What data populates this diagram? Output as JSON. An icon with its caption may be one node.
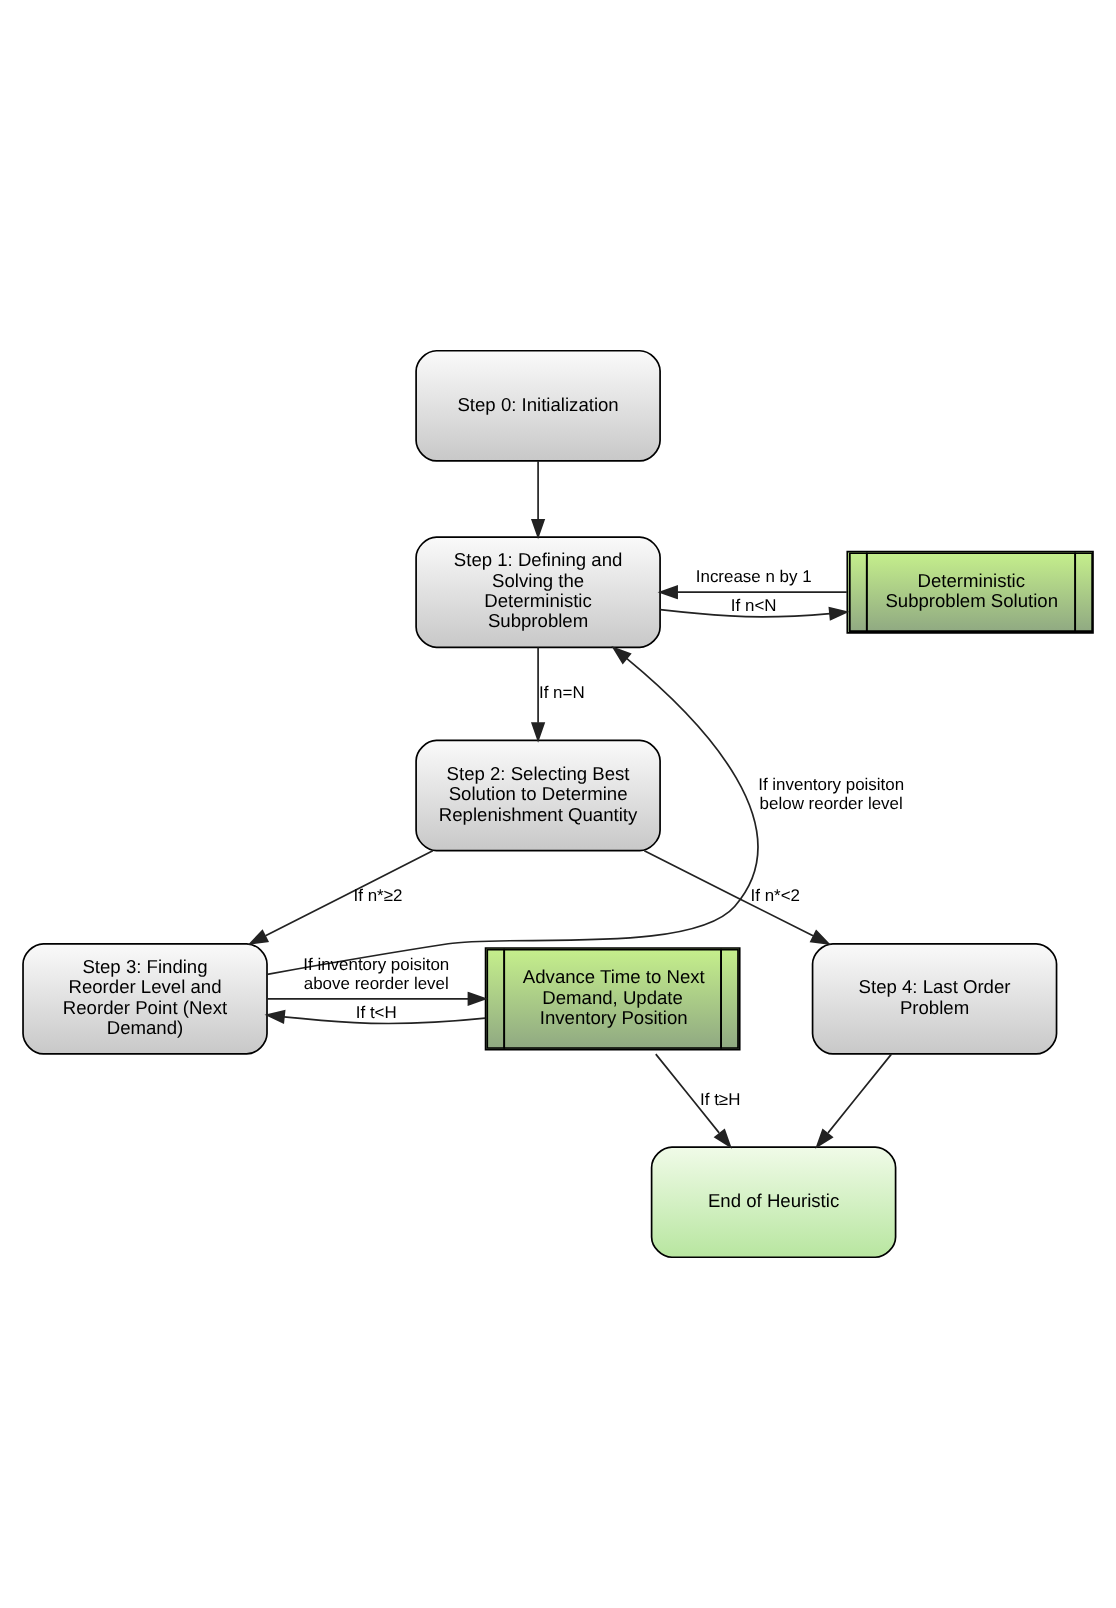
{
  "diagram": {
    "nodes": [
      {
        "text": [
          "Step 0: Initialization"
        ]
      },
      {
        "text": [
          "Step 1: Defining and Solving the Deterministic Subproblem"
        ]
      },
      {
        "text": [
          "Deterministic Subproblem Solution"
        ]
      },
      {
        "text": [
          "Step 2: Selecting Best Solution to Determine Replenishment Quantity"
        ]
      },
      {
        "text": [
          "Step 3: Finding Reorder Level and Reorder Point (Next Demand)"
        ]
      },
      {
        "text": [
          "Advance Time to Next Demand, Update Inventory Position"
        ]
      },
      {
        "text": [
          "Step 4: Last Order Problem"
        ]
      },
      {
        "text": [
          "End of Heuristic"
        ]
      }
    ],
    "edges": [
      {
        "from": 0,
        "to": 1,
        "arrow": "to"
      },
      {
        "from": 1,
        "to": 2,
        "arrow": "to",
        "label": "If n<N"
      },
      {
        "from": 2,
        "to": 1,
        "arrow": "to",
        "label": "Increase n by 1"
      },
      {
        "from": 1,
        "to": 3,
        "arrow": "to",
        "label": "If n=N"
      },
      {
        "from": 3,
        "to": 4,
        "arrow": "to",
        "label": "If n*≥2"
      },
      {
        "from": 3,
        "to": 6,
        "arrow": "to",
        "label": "If n*<2"
      },
      {
        "from": 4,
        "to": 1,
        "arrow": "to",
        "label": "If inventory poisiton below reorder level"
      },
      {
        "from": 4,
        "to": 5,
        "arrow": "to",
        "label": "If inventory poisiton above reorder level"
      },
      {
        "from": 5,
        "to": 4,
        "arrow": "to",
        "label": "If t<H"
      },
      {
        "from": 5,
        "to": 7,
        "arrow": "to",
        "label": "If t≥H"
      },
      {
        "from": 6,
        "to": 7,
        "arrow": "to"
      }
    ]
  }
}
